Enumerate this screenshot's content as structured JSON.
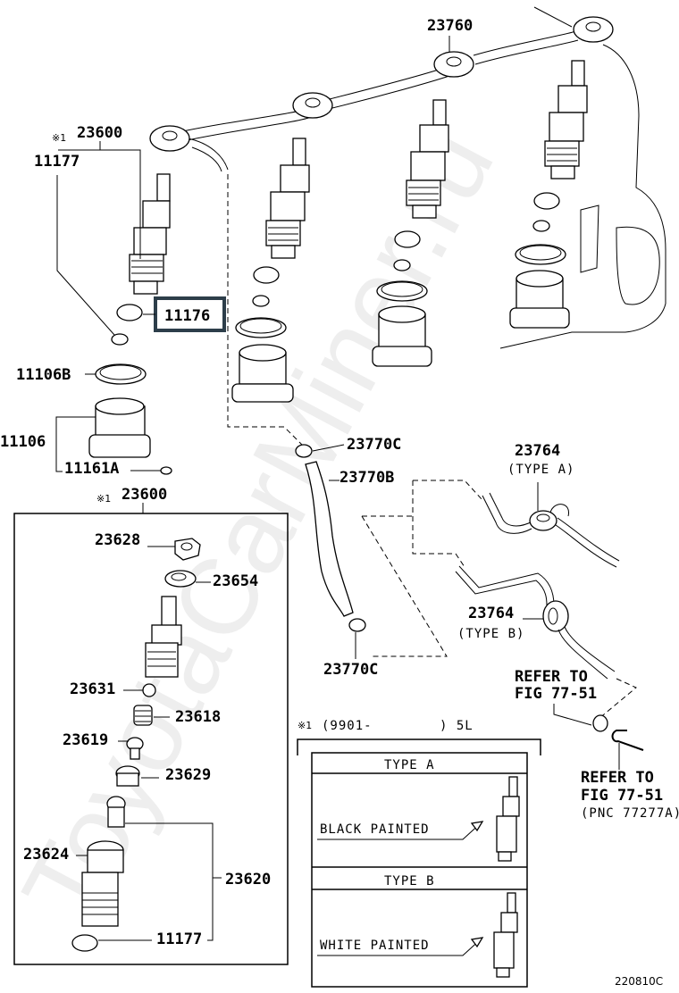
{
  "watermark": "ToyotaCarMiner.ru",
  "figure_id": "220810C",
  "callouts": {
    "fuel_pipe": "23760",
    "injector_assy_top": "23600",
    "injector_assy_top_mark": "※1",
    "gasket_11177_top": "11177",
    "seat_11176": "11176",
    "ring_11106b": "11106B",
    "holder_11106": "11106",
    "pin_11161a": "11161A",
    "clip_top": "23770C",
    "hose": "23770B",
    "clip_bottom": "23770C",
    "pipe_type_a": "23764",
    "pipe_type_a_note": "(TYPE A)",
    "pipe_type_b": "23764",
    "pipe_type_b_note": "(TYPE B)",
    "refer_1_line1": "REFER TO",
    "refer_1_line2": "FIG 77-51",
    "refer_2_line1": "REFER TO",
    "refer_2_line2": "FIG 77-51",
    "refer_2_line3": "(PNC 77277A)"
  },
  "exploded_box": {
    "mark": "※1",
    "title": "23600",
    "parts": {
      "nut": "23628",
      "washer": "23654",
      "ball": "23631",
      "spring": "23618",
      "pin": "23619",
      "spacer": "23629",
      "nozzle_assy": "23620",
      "retaining_nut": "23624",
      "gasket": "11177"
    }
  },
  "type_table": {
    "mark": "※1",
    "applicability": "(9901-        ) 5L",
    "rows": [
      {
        "type": "TYPE A",
        "note": "BLACK PAINTED"
      },
      {
        "type": "TYPE B",
        "note": "WHITE PAINTED"
      }
    ]
  }
}
